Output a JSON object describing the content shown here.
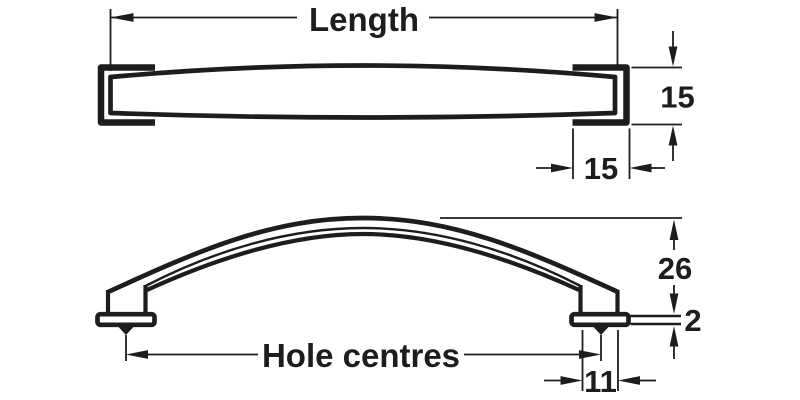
{
  "drawing": {
    "background_color": "#ffffff",
    "line_color": "#1d1d1b",
    "top_view": {
      "length_label": "Length",
      "cap_height_mm": "15",
      "cap_width_mm": "15"
    },
    "side_view": {
      "hole_centres_label": "Hole centres",
      "arch_height_mm": "26",
      "base_thickness_mm": "2",
      "foot_width_mm": "11"
    }
  }
}
